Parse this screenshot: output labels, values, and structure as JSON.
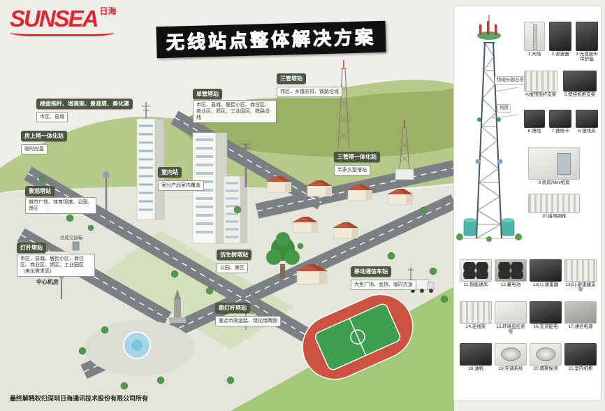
{
  "brand": {
    "logo_text": "SUNSEA",
    "logo_cn": "日海",
    "title": "无线站点整体解决方案",
    "footer": "最终解释权归深圳日海通讯技术股份有限公司所有"
  },
  "scene_labels": {
    "center_room": "中心机房",
    "fiber_box": "光缆交接箱"
  },
  "callouts": [
    {
      "title": "楼面抱杆、增高架、景观塔、美化罩",
      "desc": "市区、县城"
    },
    {
      "title": "房上塔一体化站",
      "desc": "临时应急"
    },
    {
      "title": "单管塔站",
      "desc": "市区、县城、居民小区、商住区、商业区、郊区、工业园区、铁路沿线"
    },
    {
      "title": "三管塔站",
      "desc": "郊区、乡镇农村、铁路沿线"
    },
    {
      "title": "三管塔一体化站",
      "desc": "半永久型塔站"
    },
    {
      "title": "室内站",
      "desc": "室分产品室内覆盖"
    },
    {
      "title": "景观塔站",
      "desc": "城市广场、体育场馆、公园、景区"
    },
    {
      "title": "灯杆塔站",
      "desc": "市区、县城、居民小区、商住区、商业区、郊区、工业园区（美化需求高）"
    },
    {
      "title": "仿生树塔站",
      "desc": "公园、景区"
    },
    {
      "title": "移动通信车站",
      "desc": "大型广场、会场、临时应急"
    },
    {
      "title": "路灯杆塔站",
      "desc": "重点市政道路、绿化带两侧"
    }
  ],
  "tower_panel": {
    "label1": "物理长融合塔",
    "label2": "塔筒"
  },
  "products": [
    {
      "label": "1.天线"
    },
    {
      "label": "2.滤波器"
    },
    {
      "label": "3.光缆接头保护盒"
    },
    {
      "label": "4.楼顶抱杆支架"
    },
    {
      "label": "5.壁挂机柜支架"
    },
    {
      "label": "6.馈线"
    },
    {
      "label": "7.馈线卡"
    },
    {
      "label": "8.馈线夹"
    },
    {
      "label": "9.机房/Mini机房"
    },
    {
      "label": "10.接地铜排"
    },
    {
      "label": "11.智能通风"
    },
    {
      "label": "12.蓄电池"
    },
    {
      "label": "13(1).避雷器"
    },
    {
      "label": "13(2).避雷器支架"
    },
    {
      "label": "14.走线架"
    },
    {
      "label": "15.环境监控系统"
    },
    {
      "label": "16.交流配电"
    },
    {
      "label": "17.通信电源"
    },
    {
      "label": "18.油机"
    },
    {
      "label": "19.空调系统"
    },
    {
      "label": "20.烟雾探测"
    },
    {
      "label": "21.室内机柜"
    }
  ]
}
